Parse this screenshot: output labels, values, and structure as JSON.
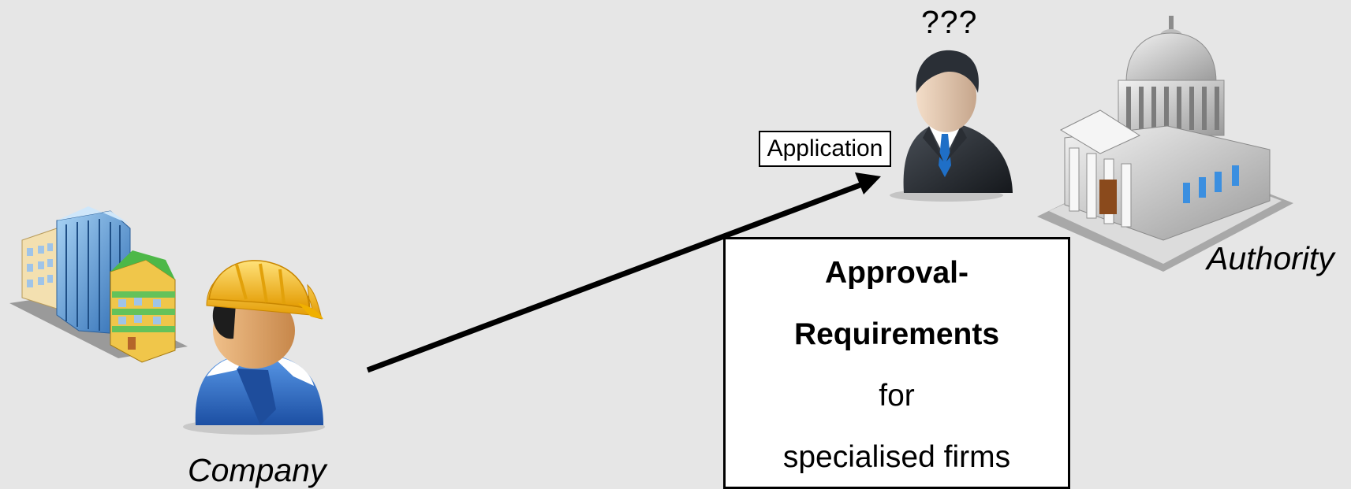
{
  "labels": {
    "company": "Company",
    "authority": "Authority",
    "unknown": "???",
    "application": "Application"
  },
  "requirements_box": {
    "line1": "Approval-",
    "line2": "Requirements",
    "line3": "for",
    "line4": "specialised firms"
  },
  "icons": {
    "buildings": "office-buildings-icon",
    "worker": "construction-worker-icon",
    "official": "businessman-icon",
    "government": "government-building-icon"
  },
  "colors": {
    "background": "#e6e6e6",
    "arrow": "#000000",
    "helmet": "#f4b400",
    "overalls": "#2f6fc9",
    "suit": "#2b2f36"
  }
}
